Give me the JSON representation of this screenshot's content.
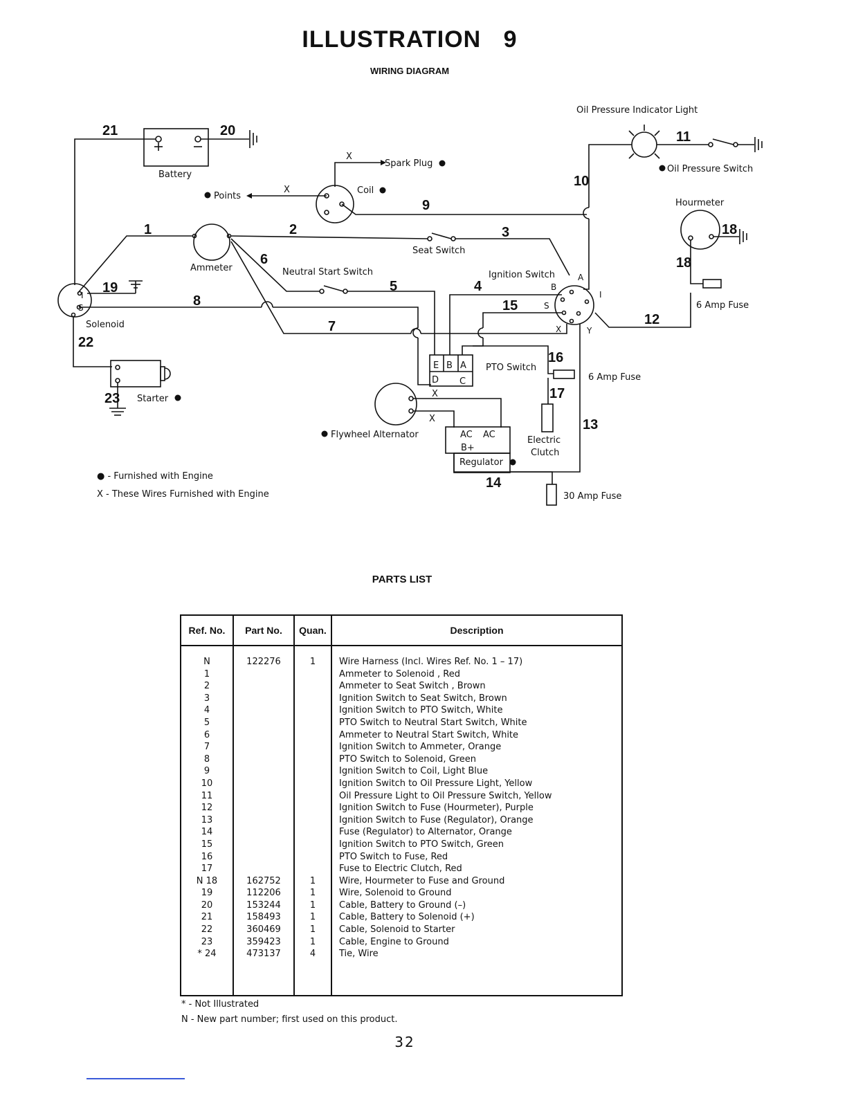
{
  "header": {
    "title": "ILLUSTRATION 9",
    "subtitle": "WIRING DIAGRAM"
  },
  "diagram": {
    "components": {
      "battery": "Battery",
      "oil_light": "Oil Pressure Indicator Light",
      "oil_switch": "Oil Pressure Switch",
      "hourmeter": "Hourmeter",
      "spark_plug": "Spark Plug",
      "coil": "Coil",
      "points": "Points",
      "ammeter": "Ammeter",
      "seat_switch": "Seat Switch",
      "neutral_start": "Neutral Start Switch",
      "ignition_switch": "Ignition Switch",
      "solenoid": "Solenoid",
      "starter": "Starter",
      "pto_switch": "PTO Switch",
      "fuse_6a_1": "6 Amp Fuse",
      "fuse_6a_2": "6 Amp Fuse",
      "fuse_30a": "30 Amp Fuse",
      "flywheel_alt": "Flywheel Alternator",
      "electric_clutch_1": "Electric",
      "electric_clutch_2": "Clutch",
      "regulator": "Regulator",
      "reg_ac1": "AC",
      "reg_ac2": "AC",
      "reg_bplus": "B+",
      "pto_e": "E",
      "pto_b": "B",
      "pto_a": "A",
      "pto_d": "D",
      "pto_c": "C",
      "ign_a": "A",
      "ign_b": "B",
      "ign_s": "S",
      "ign_i": "I",
      "ign_x": "X",
      "ign_y": "Y",
      "sol_i": "I",
      "sol_s": "S"
    },
    "wire_numbers": [
      "1",
      "2",
      "3",
      "4",
      "5",
      "6",
      "7",
      "8",
      "9",
      "10",
      "11",
      "12",
      "13",
      "14",
      "15",
      "16",
      "17",
      "18",
      "18",
      "19",
      "20",
      "21",
      "22",
      "23"
    ],
    "x_mark": "X"
  },
  "legend": {
    "dot": "● - Furnished with Engine",
    "x": "X - These Wires Furnished with Engine"
  },
  "parts_list": {
    "title": "PARTS LIST",
    "columns": [
      "Ref. No.",
      "Part No.",
      "Quan.",
      "Description"
    ],
    "rows": [
      {
        "ref": "N",
        "part": "122276",
        "qty": "1",
        "desc": "Wire Harness (Incl. Wires Ref. No. 1 – 17)"
      },
      {
        "ref": "1",
        "part": "",
        "qty": "",
        "desc": "Ammeter to Solenoid , Red"
      },
      {
        "ref": "2",
        "part": "",
        "qty": "",
        "desc": "Ammeter to Seat Switch , Brown"
      },
      {
        "ref": "3",
        "part": "",
        "qty": "",
        "desc": "Ignition Switch to Seat Switch, Brown"
      },
      {
        "ref": "4",
        "part": "",
        "qty": "",
        "desc": "Ignition Switch to PTO Switch, White"
      },
      {
        "ref": "5",
        "part": "",
        "qty": "",
        "desc": "PTO Switch to Neutral Start Switch, White"
      },
      {
        "ref": "6",
        "part": "",
        "qty": "",
        "desc": "Ammeter to Neutral Start Switch, White"
      },
      {
        "ref": "7",
        "part": "",
        "qty": "",
        "desc": "Ignition Switch to Ammeter, Orange"
      },
      {
        "ref": "8",
        "part": "",
        "qty": "",
        "desc": "PTO Switch to Solenoid, Green"
      },
      {
        "ref": "9",
        "part": "",
        "qty": "",
        "desc": "Ignition Switch to Coil, Light Blue"
      },
      {
        "ref": "10",
        "part": "",
        "qty": "",
        "desc": "Ignition Switch to Oil Pressure Light, Yellow"
      },
      {
        "ref": "11",
        "part": "",
        "qty": "",
        "desc": "Oil Pressure Light to Oil Pressure Switch, Yellow"
      },
      {
        "ref": "12",
        "part": "",
        "qty": "",
        "desc": "Ignition Switch to Fuse (Hourmeter), Purple"
      },
      {
        "ref": "13",
        "part": "",
        "qty": "",
        "desc": "Ignition Switch to Fuse (Regulator), Orange"
      },
      {
        "ref": "14",
        "part": "",
        "qty": "",
        "desc": "Fuse (Regulator) to Alternator, Orange"
      },
      {
        "ref": "15",
        "part": "",
        "qty": "",
        "desc": "Ignition Switch to PTO Switch, Green"
      },
      {
        "ref": "16",
        "part": "",
        "qty": "",
        "desc": "PTO Switch to Fuse, Red"
      },
      {
        "ref": "17",
        "part": "",
        "qty": "",
        "desc": "Fuse to Electric Clutch, Red"
      },
      {
        "ref": "N 18",
        "part": "162752",
        "qty": "1",
        "desc": "Wire, Hourmeter to Fuse and Ground"
      },
      {
        "ref": "19",
        "part": "112206",
        "qty": "1",
        "desc": "Wire, Solenoid to Ground"
      },
      {
        "ref": "20",
        "part": "153244",
        "qty": "1",
        "desc": "Cable, Battery to Ground (–)"
      },
      {
        "ref": "21",
        "part": "158493",
        "qty": "1",
        "desc": "Cable, Battery to Solenoid (+)"
      },
      {
        "ref": "22",
        "part": "360469",
        "qty": "1",
        "desc": "Cable, Solenoid to Starter"
      },
      {
        "ref": "23",
        "part": "359423",
        "qty": "1",
        "desc": "Cable, Engine to Ground"
      },
      {
        "ref": "* 24",
        "part": "473137",
        "qty": "4",
        "desc": "Tie, Wire"
      }
    ]
  },
  "footnotes": {
    "not_illustrated": "* - Not Illustrated",
    "new_part": "N - New part number; first used on this product."
  },
  "page_number": "32"
}
